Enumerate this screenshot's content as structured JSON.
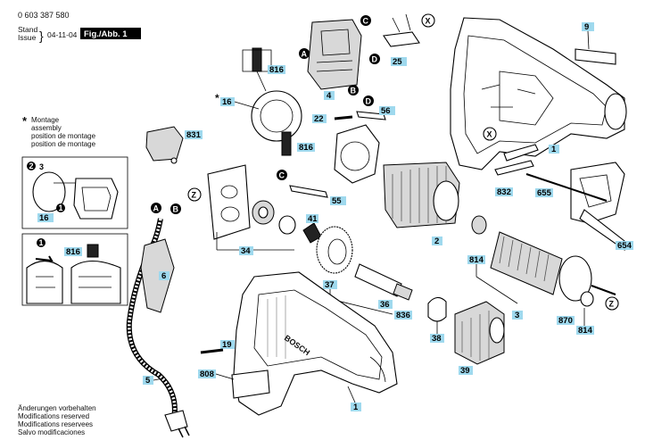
{
  "header": {
    "doc_number": "0 603 387 580",
    "stand_label": "Stand",
    "issue_label": "Issue",
    "date": "04-11-04",
    "fig_label": "Fig./Abb. 1"
  },
  "montage_note": {
    "star": "*",
    "lines": [
      "Montage",
      "assembly",
      "position de montage",
      "position de montage"
    ]
  },
  "parts": {
    "p9": "9",
    "p25": "25",
    "p816a": "816",
    "p16": "16",
    "p4": "4",
    "p56": "56",
    "p22": "22",
    "p831": "831",
    "p816b": "816",
    "p16b": "16",
    "p55": "55",
    "p41": "41",
    "p34": "34",
    "p2": "2",
    "p1a": "1",
    "p832": "832",
    "p655": "655",
    "p654": "654",
    "p814a": "814",
    "p6": "6",
    "p816c": "816",
    "p37": "37",
    "p36": "36",
    "p836": "836",
    "p38": "38",
    "p3": "3",
    "p870": "870",
    "p814b": "814",
    "p19": "19",
    "p808": "808",
    "p39": "39",
    "p5": "5",
    "p1b": "1"
  },
  "callouts": {
    "A": "A",
    "B": "B",
    "C": "C",
    "D": "D",
    "X": "X",
    "Z": "Z",
    "n2": "2",
    "n3": "3",
    "n1": "1"
  },
  "footer": {
    "lines": [
      "Änderungen vorbehalten",
      "Modifications reserved",
      "Modifications reservees",
      "Salvo modificaciones"
    ]
  },
  "brand_text": "BOSCH"
}
